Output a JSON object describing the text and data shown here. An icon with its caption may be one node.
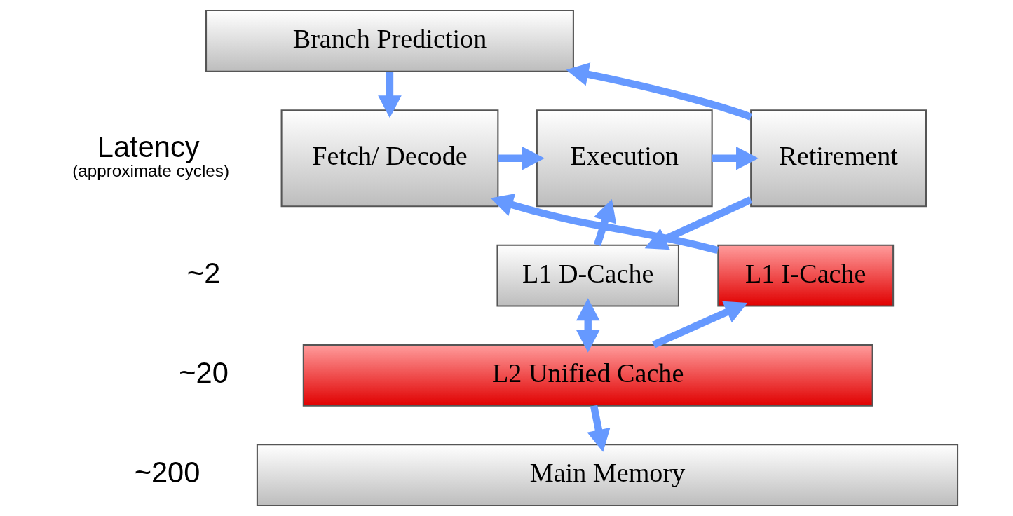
{
  "diagram": {
    "nodes": [
      {
        "text": [
          "Branch Prediction"
        ]
      },
      {
        "text": [
          "Fetch/ Decode"
        ]
      },
      {
        "text": [
          "Execution"
        ]
      },
      {
        "text": [
          "Retirement"
        ]
      },
      {
        "text": [
          "L1 I-Cache"
        ]
      },
      {
        "text": [
          "L1 D-Cache"
        ]
      },
      {
        "text": [
          "L2 Unified Cache"
        ]
      },
      {
        "text": [
          "Main Memory"
        ]
      }
    ],
    "edges": [
      {
        "from": 0,
        "to": 1,
        "arrow": "to"
      },
      {
        "from": 1,
        "to": 2,
        "arrow": "to"
      },
      {
        "from": 2,
        "to": 3,
        "arrow": "to"
      },
      {
        "from": 3,
        "to": 0,
        "arrow": "to"
      },
      {
        "from": 4,
        "to": 1,
        "arrow": "to"
      },
      {
        "from": 5,
        "to": 2,
        "arrow": "to"
      },
      {
        "from": 3,
        "to": 5,
        "arrow": "to"
      },
      {
        "from": 6,
        "to": 4,
        "arrow": "to"
      },
      {
        "from": 5,
        "to": 6,
        "arrow": "both"
      },
      {
        "from": 6,
        "to": 7,
        "arrow": "to"
      }
    ],
    "labels": [
      "Latency",
      "(approximate cycles)",
      "~2",
      "~20",
      "~200"
    ]
  }
}
